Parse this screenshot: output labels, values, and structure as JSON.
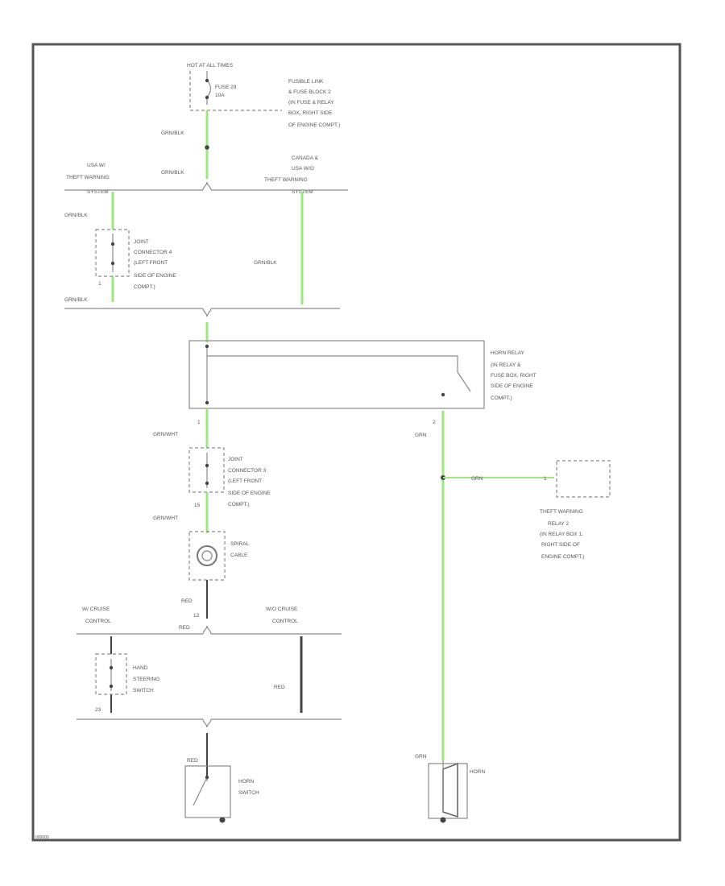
{
  "colors": {
    "frame": "#555555",
    "wire_green": "#9be87e",
    "wire_black": "#444444",
    "text": "#555555"
  },
  "top": {
    "hot_label": "HOT AT ALL TIMES",
    "fuse_label": "FUSE 29",
    "fuse_rating": "10A",
    "fuse_box_desc": [
      "FUSIBLE LINK",
      "& FUSE BLOCK 2",
      "(IN FUSE & RELAY",
      "BOX, RIGHT SIDE",
      "OF ENGINE COMPT.)"
    ],
    "wire1": "GRN/BLK",
    "wire2": "GRN/BLK"
  },
  "theft_split": {
    "left_title": [
      "USA W/",
      "THEFT WARNING",
      "SYSTEM"
    ],
    "right_title": [
      "CANADA &",
      "USA W/O",
      "THEFT WARNING",
      "SYSTEM"
    ],
    "left_wire_top": "GRN/BLK",
    "right_wire": "GRN/BLK",
    "left_wire_bottom": "GRN/BLK",
    "pin_bottom": "1",
    "joint4_desc": [
      "JOINT",
      "CONNECTOR 4",
      "(LEFT FRONT",
      "SIDE OF ENGINE",
      "COMPT.)"
    ]
  },
  "horn_relay": {
    "desc": [
      "HORN RELAY",
      "(IN RELAY &",
      "FUSE BOX, RIGHT",
      "SIDE OF ENGINE",
      "COMPT.)"
    ],
    "pin_left": "1",
    "pin_right": "2",
    "wire_left": "GRN/WHT",
    "wire_right": "GRN"
  },
  "joint3": {
    "desc": [
      "JOINT",
      "CONNECTOR 3",
      "(LEFT FRONT",
      "SIDE OF ENGINE",
      "COMPT.)"
    ],
    "pin": "15",
    "wire": "GRN/WHT"
  },
  "spiral": {
    "desc": [
      "SPIRAL",
      "CABLE"
    ],
    "wire": "RED",
    "pin": "12",
    "wire_below": "RED"
  },
  "theft_relay": {
    "wire": "GRN",
    "pin": "1",
    "desc": [
      "THEFT WARNING",
      "RELAY 2",
      "(IN RELAY BOX 1,",
      "RIGHT SIDE OF",
      "ENGINE COMPT.)"
    ]
  },
  "cruise": {
    "left_title": [
      "W/ CRUISE",
      "CONTROL"
    ],
    "right_title": [
      "W/O CRUISE",
      "CONTROL"
    ],
    "switch_desc": [
      "HAND",
      "STEERING",
      "SWITCH"
    ],
    "right_wire": "RED",
    "pin": "23"
  },
  "horn_switch": {
    "wire": "RED",
    "desc": [
      "HORN",
      "SWITCH"
    ]
  },
  "horn": {
    "wire": "GRN",
    "label": "HORN"
  },
  "code": "000000"
}
